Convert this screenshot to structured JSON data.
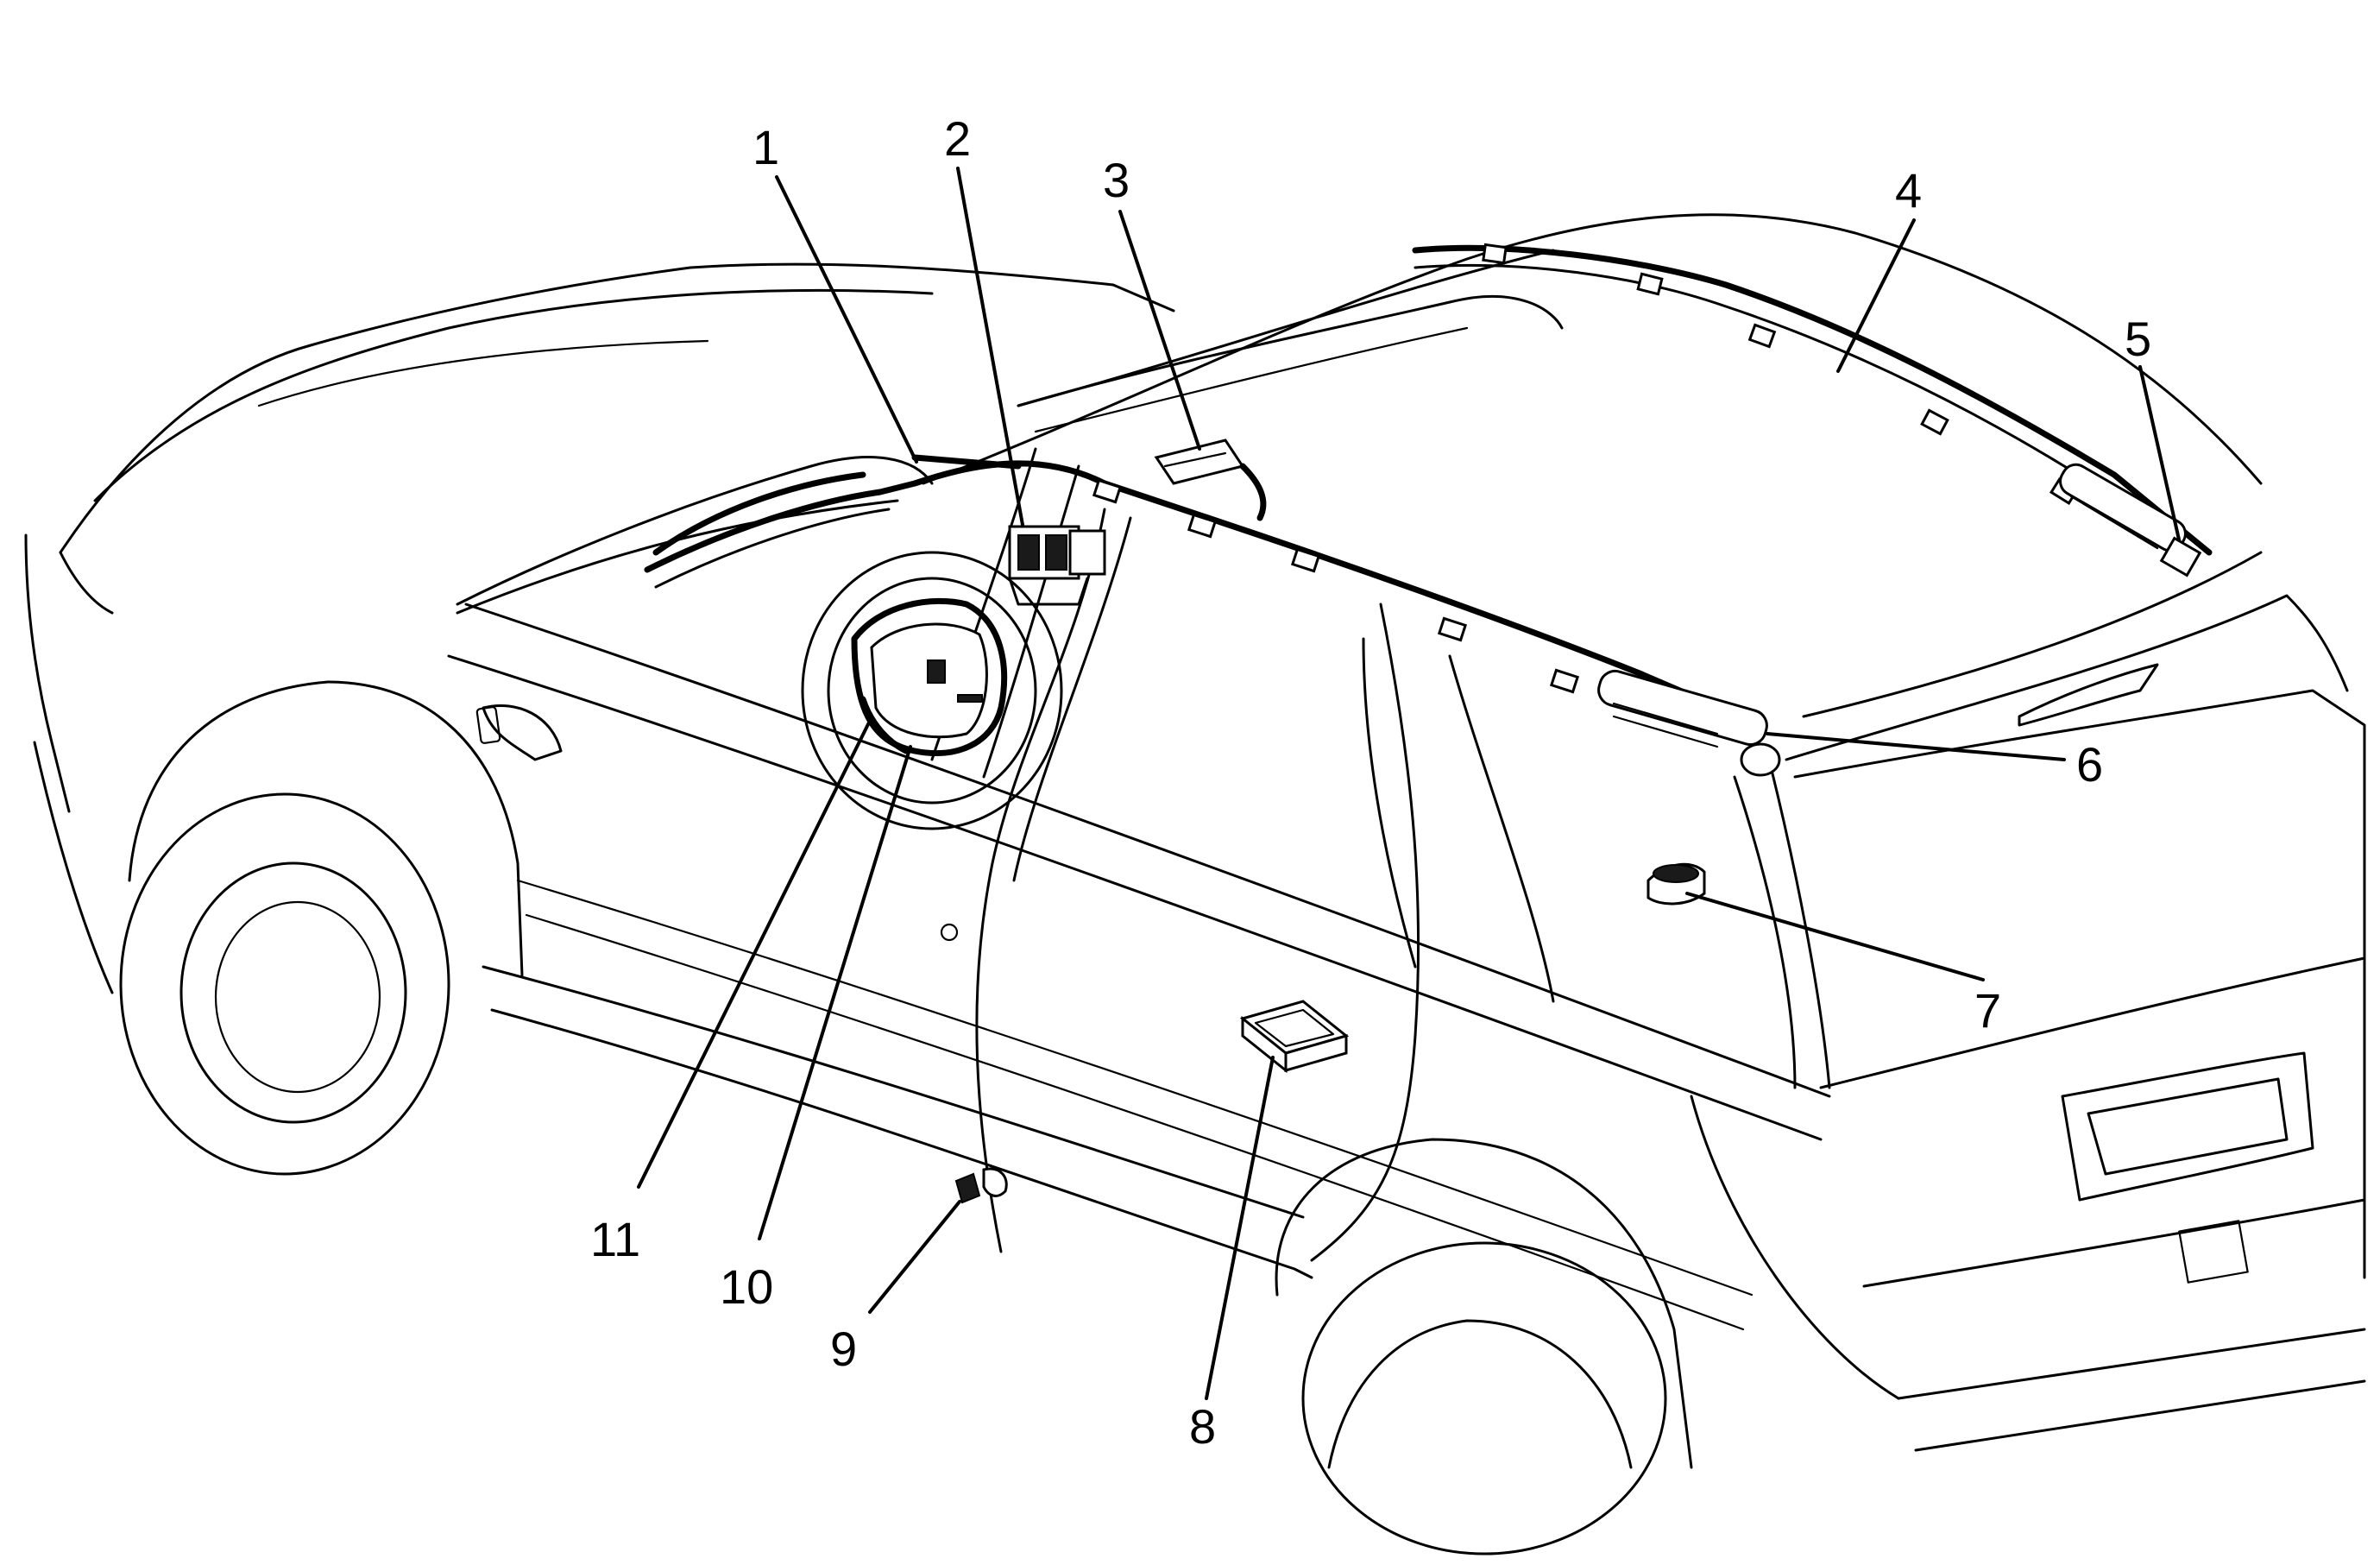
{
  "diagram": {
    "callouts": [
      {
        "label": "1"
      },
      {
        "label": "2"
      },
      {
        "label": "3"
      },
      {
        "label": "4"
      },
      {
        "label": "5"
      },
      {
        "label": "6"
      },
      {
        "label": "7"
      },
      {
        "label": "8"
      },
      {
        "label": "9"
      },
      {
        "label": "10"
      },
      {
        "label": "11"
      }
    ]
  },
  "colors": {
    "line": "#000000",
    "background": "#ffffff"
  }
}
